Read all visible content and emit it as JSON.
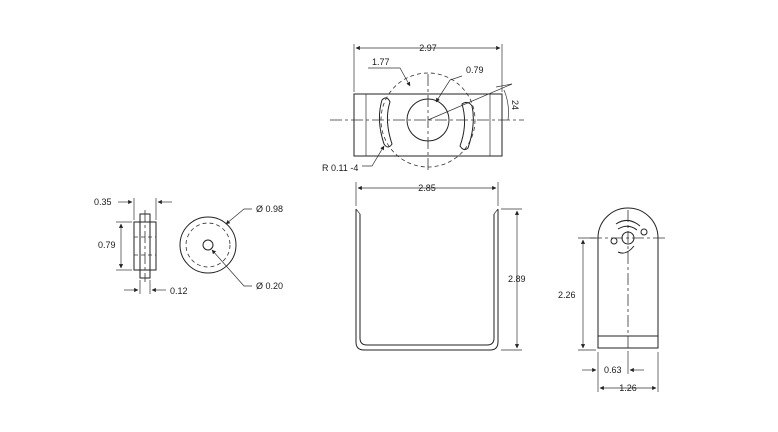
{
  "dimensions": {
    "top_width": "2.97",
    "top_offset": "1.77",
    "hub_diameter": "0.79",
    "angle": "24",
    "slot_radius": "R 0.11 -4",
    "bracket_width": "2.85",
    "bracket_height": "2.89",
    "hub_length": "0.35",
    "hub_height": "0.79",
    "hub_flange": "0.12",
    "disc_outer": "Ø 0.98",
    "disc_inner": "Ø 0.20",
    "side_height": "2.26",
    "side_offset": "0.63",
    "side_width": "1.26"
  }
}
